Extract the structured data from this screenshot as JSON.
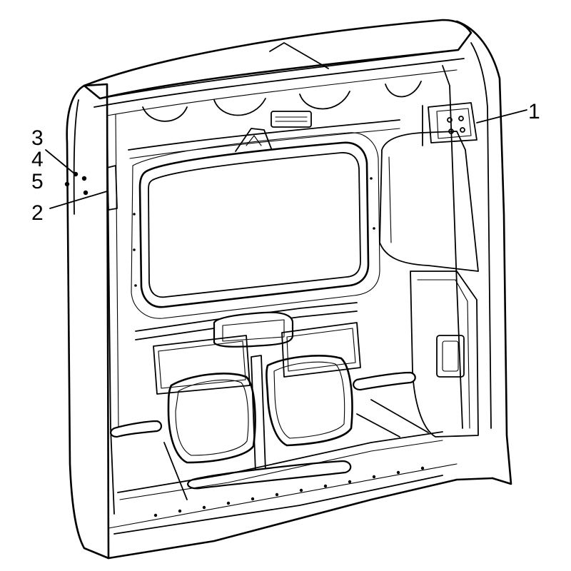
{
  "diagram": {
    "callouts": [
      {
        "id": "1",
        "text": "1"
      },
      {
        "id": "2",
        "text": "2"
      },
      {
        "id": "3",
        "text": "3"
      },
      {
        "id": "4",
        "text": "4"
      },
      {
        "id": "5",
        "text": "5"
      }
    ],
    "colors": {
      "line": "#000000",
      "background": "#ffffff"
    }
  }
}
